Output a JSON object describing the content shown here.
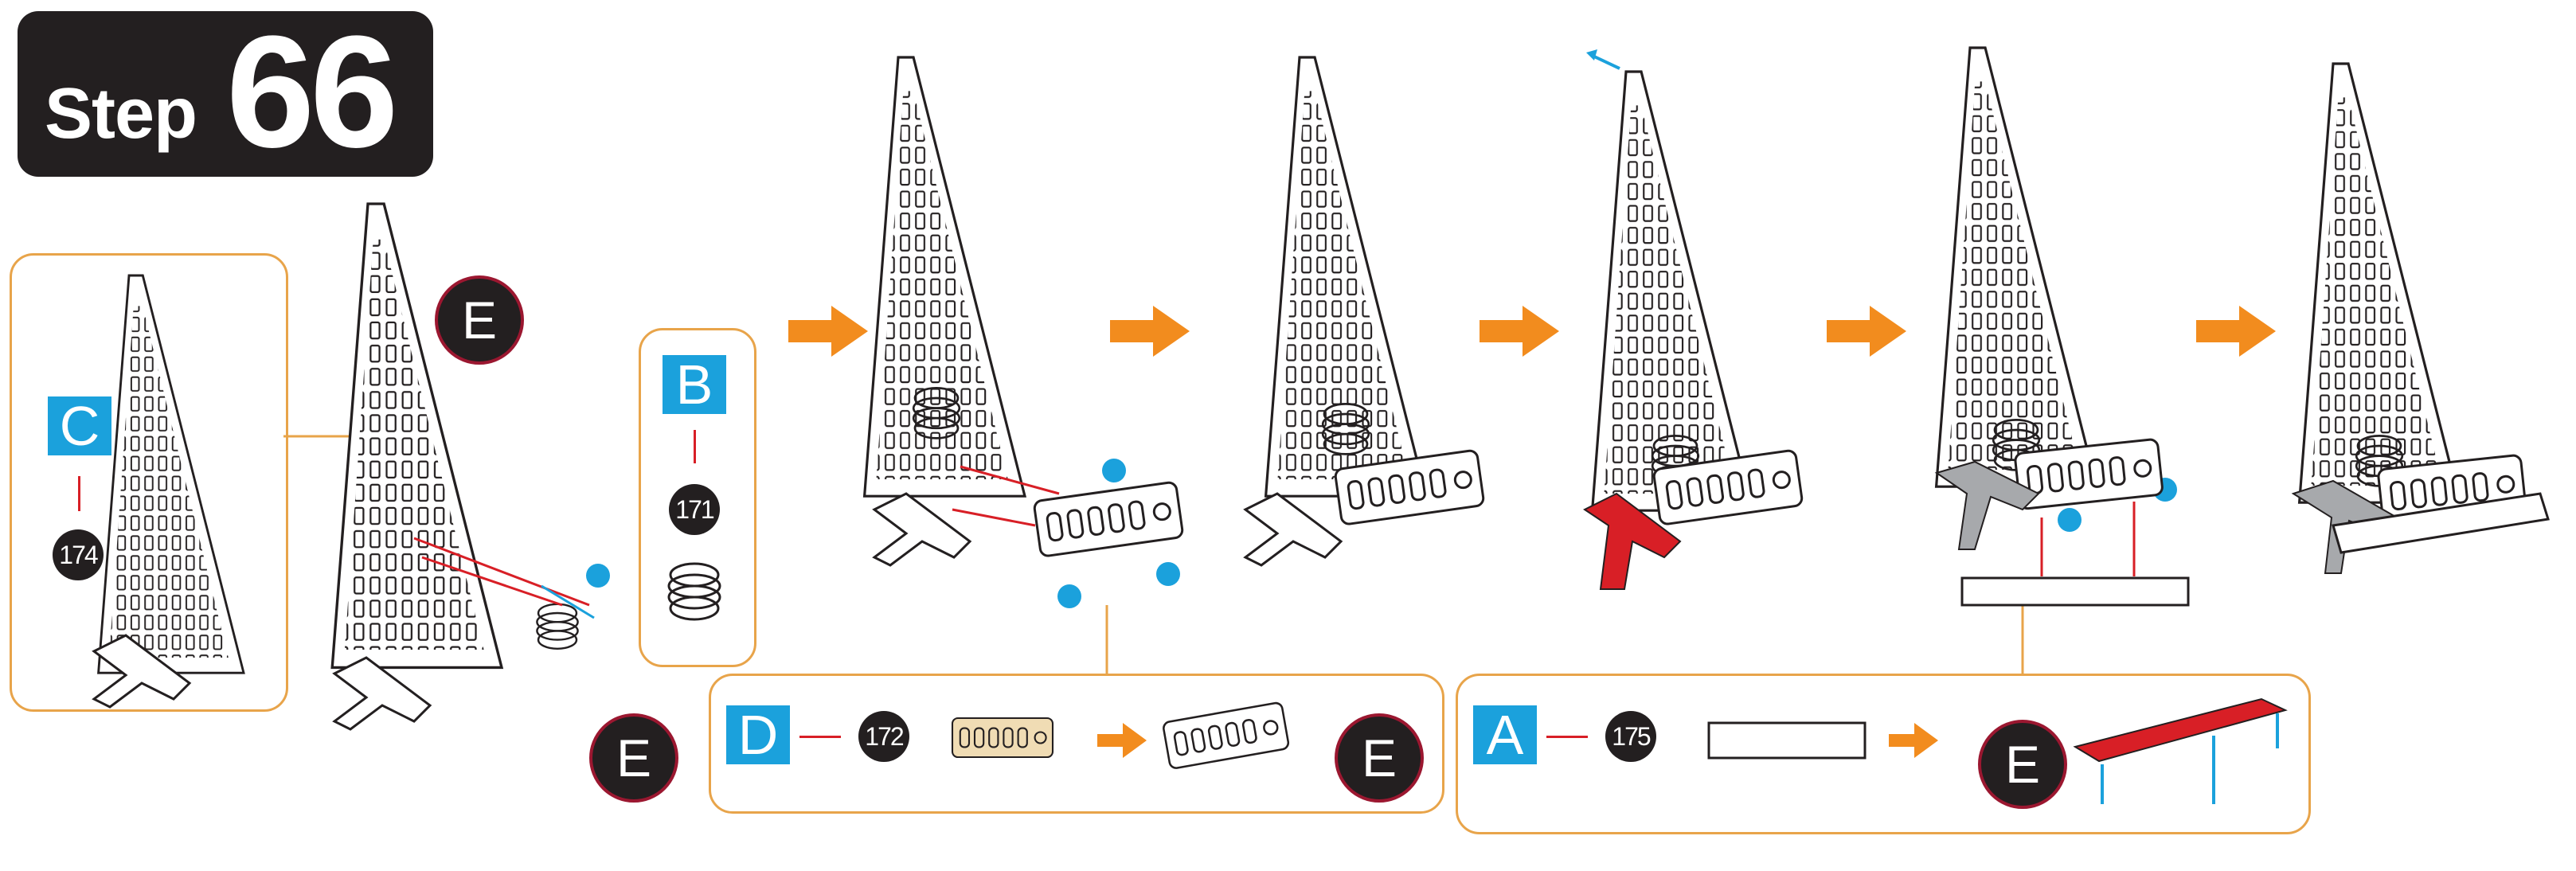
{
  "step": {
    "word": "Step",
    "number": "66"
  },
  "parts": {
    "C": {
      "letter": "C",
      "part_no": "174"
    },
    "B": {
      "letter": "B",
      "part_no": "171"
    },
    "D": {
      "letter": "D",
      "part_no": "172"
    },
    "A": {
      "letter": "A",
      "part_no": "175"
    }
  },
  "callout_label": "E",
  "colors": {
    "orange": "#f28c1e",
    "blue": "#1ba1dc",
    "red": "#d81f26",
    "dark": "#231f20",
    "panel_border": "#e8a44a"
  }
}
